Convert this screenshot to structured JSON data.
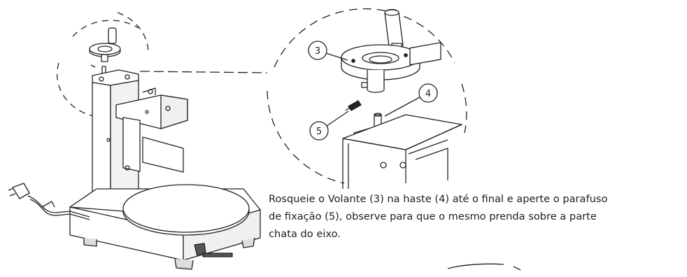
{
  "callouts": {
    "volante": "3",
    "haste": "4",
    "parafuso": "5"
  },
  "caption": {
    "line1": "Rosqueie o Volante (3) na haste (4) até o final e aperte o parafuso",
    "line2": "de fixação (5), observe para que o mesmo prenda sobre a parte",
    "line3": "chata do eixo."
  },
  "colors": {
    "line": "#222222",
    "fill": "#ffffff",
    "shade": "#e8e8e8"
  }
}
